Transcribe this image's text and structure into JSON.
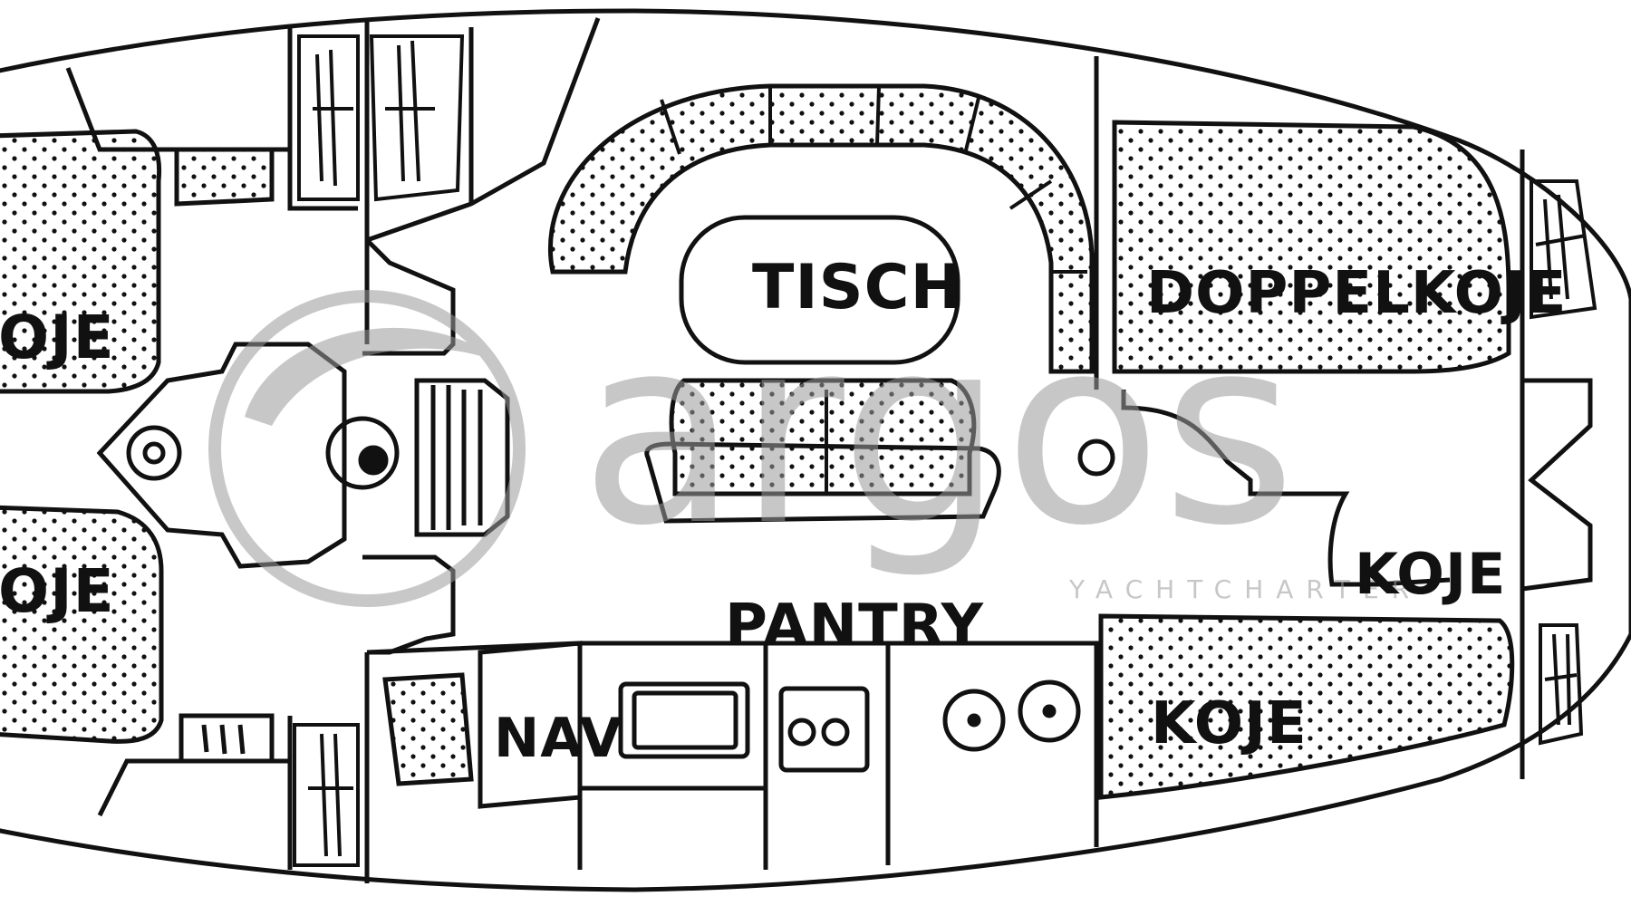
{
  "labels": {
    "tisch": "TISCH",
    "doppelkoje": "DOPPELKOJE",
    "koje_fwd_upper": "OJE",
    "koje_fwd_lower": "OJE",
    "koje_aft_mid": "KOJE",
    "koje_aft_lower": "KOJE",
    "pantry": "PANTRY",
    "nav": "NAV"
  },
  "watermark": {
    "brand": "argos",
    "tagline": "YACHTCHARTER"
  },
  "colors": {
    "line": "#111111",
    "watermark": "#9a9a9a"
  }
}
